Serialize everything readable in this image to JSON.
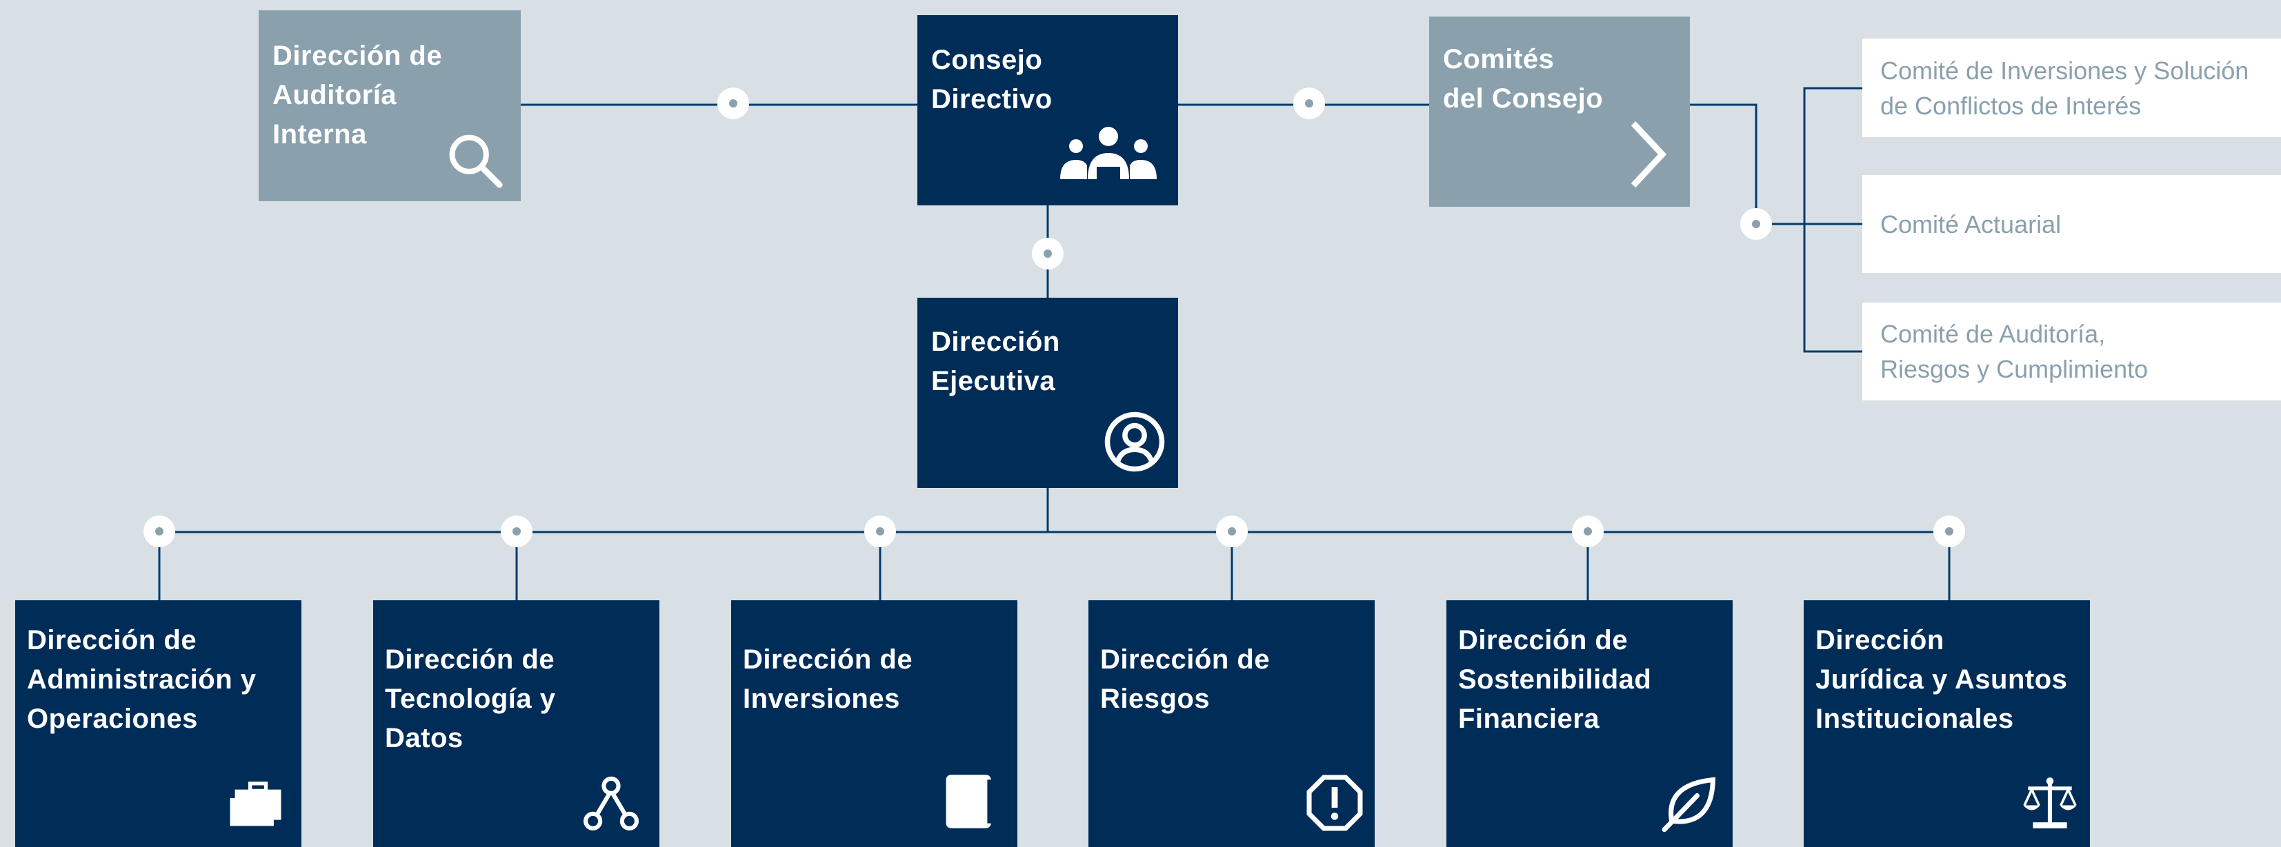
{
  "top": {
    "audit": {
      "label": "Dirección de\nAuditoría\nInterna",
      "icon": "search-icon"
    },
    "board": {
      "label": "Consejo\nDirectivo",
      "icon": "people-group-icon"
    },
    "committees": {
      "label": "Comités\ndel Consejo",
      "icon": "chevron-right-icon"
    }
  },
  "committee_list": [
    "Comité de Inversiones y Solución\nde Conflictos de Interés",
    "Comité Actuarial",
    "Comité de Auditoría,\nRiesgos y Cumplimiento"
  ],
  "executive": {
    "label": "Dirección\nEjecutiva",
    "icon": "user-circle-icon"
  },
  "departments": [
    {
      "label": "Dirección de\nAdministración y\nOperaciones",
      "icon": "briefcase-icon"
    },
    {
      "label": "Dirección de\nTecnología y\nDatos",
      "icon": "network-nodes-icon"
    },
    {
      "label": "Dirección de\nInversiones",
      "icon": "book-icon"
    },
    {
      "label": "Dirección de\nRiesgos",
      "icon": "alert-octagon-icon"
    },
    {
      "label": "Dirección de\nSostenibilidad\nFinanciera",
      "icon": "leaf-icon"
    },
    {
      "label": "Dirección\nJurídica y Asuntos\nInstitucionales",
      "icon": "scales-icon"
    }
  ],
  "colors": {
    "navy": "#002c58",
    "gray": "#8aa0ad",
    "background": "#d8e0e5",
    "white": "#ffffff"
  }
}
